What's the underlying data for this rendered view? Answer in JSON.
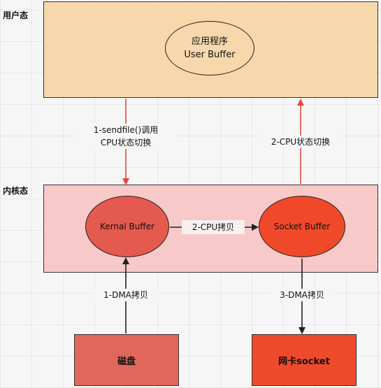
{
  "zones": {
    "user_mode": "用户态",
    "kernel_mode": "内核态"
  },
  "nodes": {
    "app": {
      "line1": "应用程序",
      "line2": "User Buffer"
    },
    "kernel_buffer": "Kernal Buffer",
    "socket_buffer": "Socket Buffer",
    "disk": "磁盘",
    "nic": "网卡socket"
  },
  "edges": {
    "sendfile": {
      "line1": "1-sendfile()调用",
      "line2": "CPU状态切换"
    },
    "cpu_switch_back": "2-CPU状态切换",
    "cpu_copy": "2-CPU拷贝",
    "dma_copy_in": "1-DMA拷贝",
    "dma_copy_out": "3-DMA拷贝"
  },
  "colors": {
    "user_zone": "#f6d8ac",
    "kernel_zone": "#f7c9c9",
    "kernel_buffer": "#e55a4e",
    "socket_buffer": "#f0492a",
    "disk": "#e2675b",
    "nic": "#ee4a2c",
    "red_arrow": "#e44b3c",
    "dark_arrow": "#222222"
  }
}
